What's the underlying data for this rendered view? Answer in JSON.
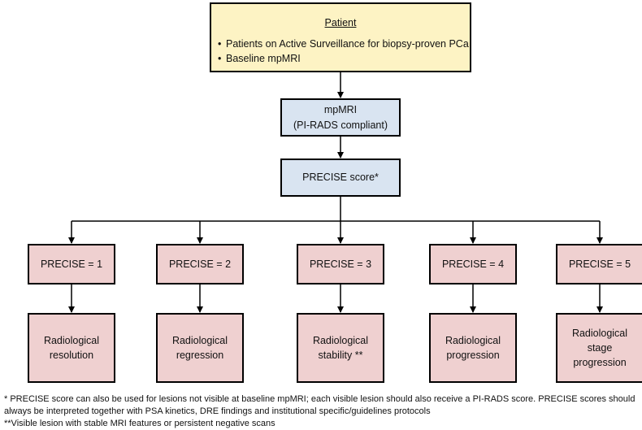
{
  "patient": {
    "title": "Patient",
    "bullets": [
      "Patients on Active Surveillance for biopsy-proven PCa",
      "Baseline mpMRI"
    ]
  },
  "mpmri": {
    "line1": "mpMRI",
    "line2": "(PI-RADS compliant)"
  },
  "precise_score": "PRECISE score*",
  "levels": [
    {
      "score": "PRECISE = 1",
      "outcome_lines": [
        "Radiological",
        "resolution"
      ]
    },
    {
      "score": "PRECISE = 2",
      "outcome_lines": [
        "Radiological",
        "regression"
      ]
    },
    {
      "score": "PRECISE = 3",
      "outcome_lines": [
        "Radiological",
        "stability **"
      ]
    },
    {
      "score": "PRECISE = 4",
      "outcome_lines": [
        "Radiological",
        "progression"
      ]
    },
    {
      "score": "PRECISE = 5",
      "outcome_lines": [
        "Radiological",
        "stage",
        "progression"
      ]
    }
  ],
  "footnotes": {
    "note1": "* PRECISE score can also be used for lesions not visible at baseline mpMRI; each visible lesion should also receive a PI-RADS score. PRECISE scores should always be interpreted together with PSA kinetics, DRE findings and institutional specific/guidelines protocols",
    "note2": "**Visible lesion with stable MRI features or persistent negative scans"
  },
  "colors": {
    "patient_fill": "#fdf3c4",
    "process_fill": "#d9e4f1",
    "outcome_fill": "#efd0d0"
  }
}
